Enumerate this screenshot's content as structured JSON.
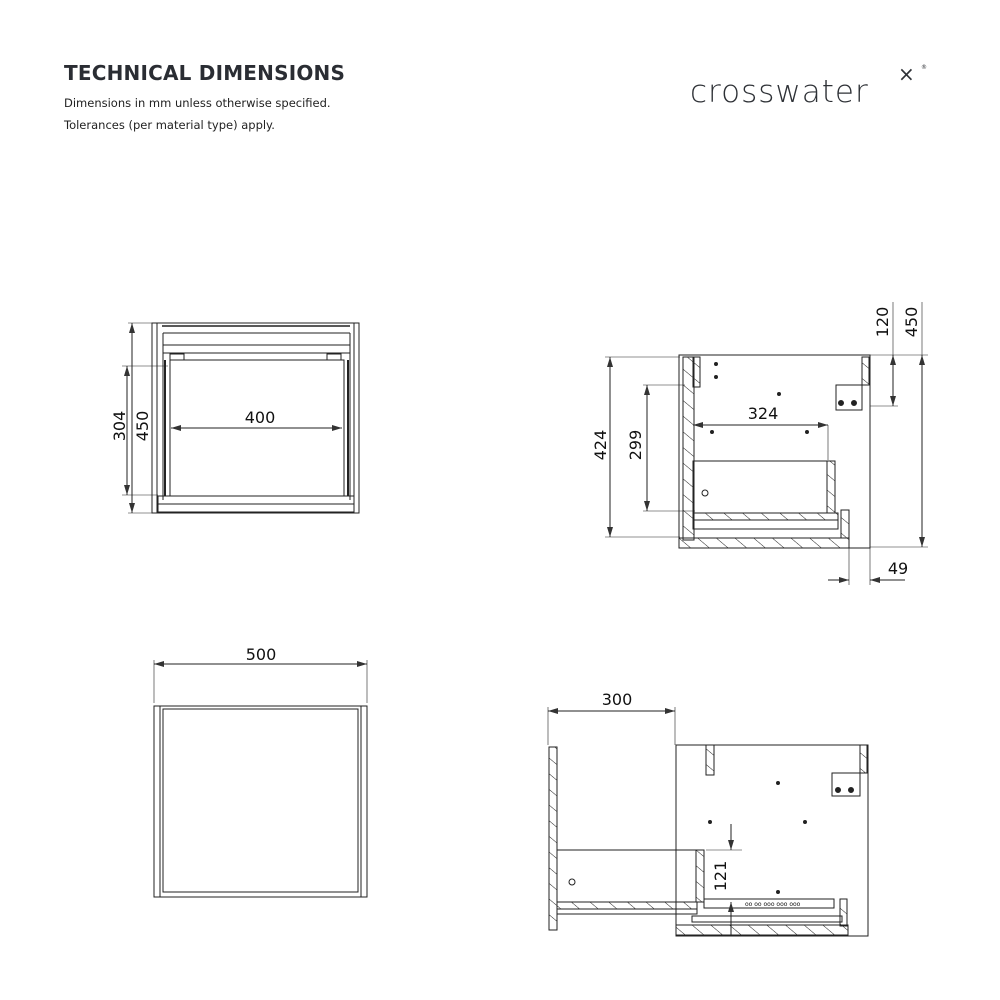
{
  "header": {
    "title": "TECHNICAL DIMENSIONS",
    "subtitle_line1": "Dimensions in mm unless otherwise specified.",
    "subtitle_line2": "Tolerances (per material type) apply."
  },
  "brand": {
    "name": "crosswater",
    "mark": "×",
    "registered": "®"
  },
  "views": {
    "front": {
      "dim_width_inner": "400",
      "dim_height_total": "450",
      "dim_height_drawer": "304"
    },
    "side": {
      "dim_height_total": "450",
      "dim_top_offset": "120",
      "dim_height_inner": "424",
      "dim_drawer_height": "299",
      "dim_drawer_depth": "324",
      "dim_front_offset": "49"
    },
    "top": {
      "dim_width": "500"
    },
    "side_open": {
      "dim_extension": "300",
      "dim_drawer_side": "121"
    }
  },
  "colors": {
    "line": "#222222",
    "text": "#2a2d33",
    "background": "#ffffff"
  }
}
